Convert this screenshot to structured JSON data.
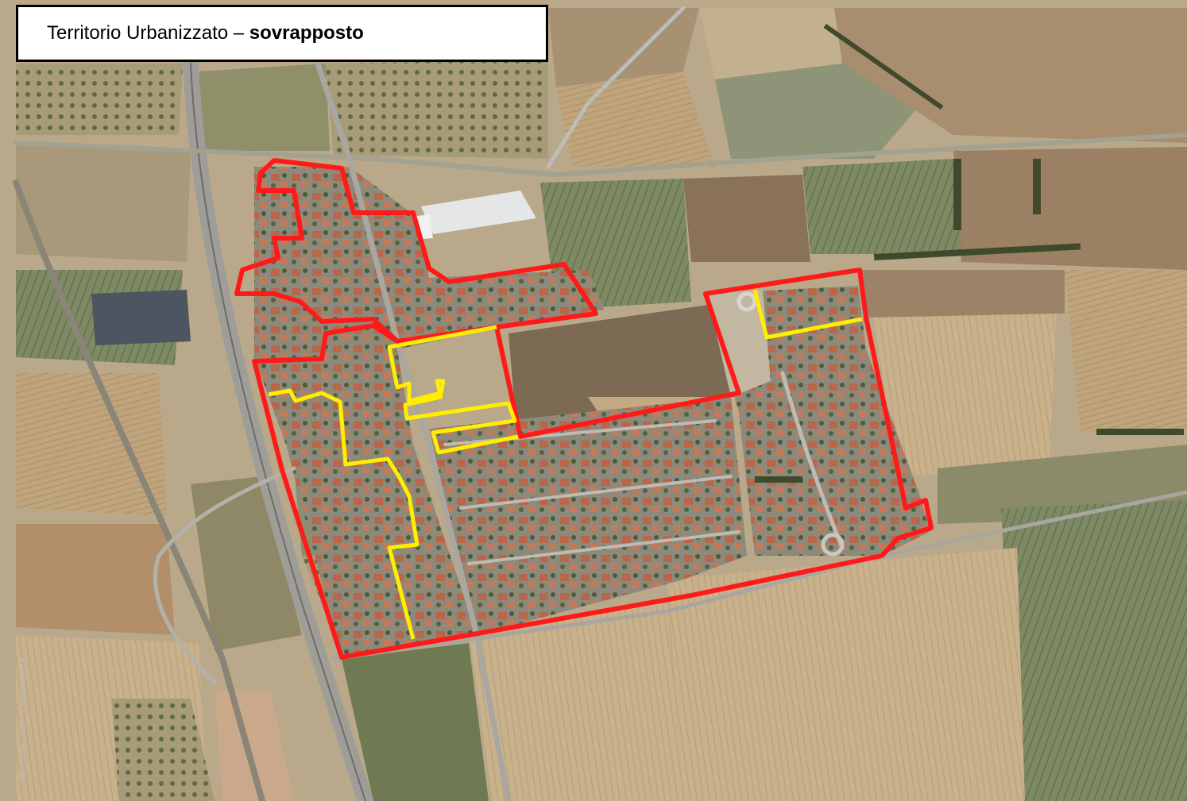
{
  "title": {
    "main": "Territorio Urbanizzato – ",
    "emphasis": "sovrapposto"
  },
  "credit": "BF_20cm_2016 - ConsorzioTeA",
  "legend_colors": {
    "territorio_urbanizzato": "#ff1a1a",
    "sovrapposto": "#ffee00"
  }
}
